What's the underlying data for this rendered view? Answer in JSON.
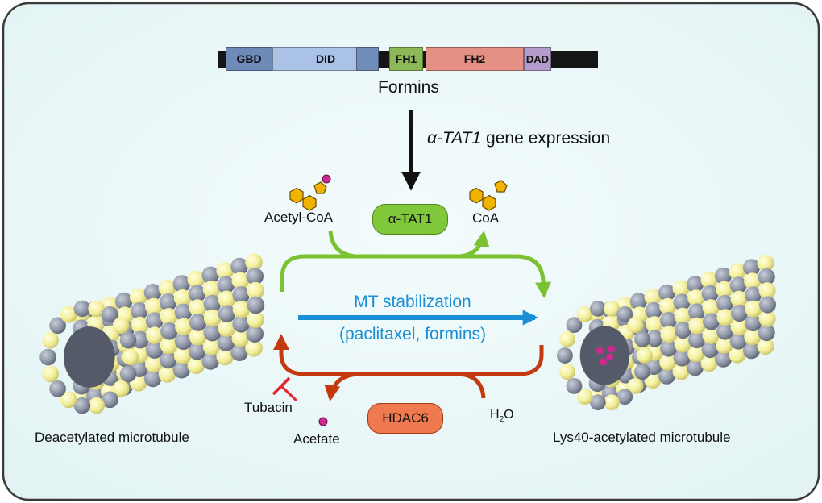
{
  "gene": {
    "name": "Formins",
    "domains": [
      {
        "label": "GBD",
        "color": "#6d8ab8"
      },
      {
        "label": "DID",
        "color": "#a9c2e6"
      },
      {
        "label": "FH1",
        "color": "#8db857"
      },
      {
        "label": "FH2",
        "color": "#e49084"
      },
      {
        "label": "DAD",
        "color": "#b49ccc"
      }
    ]
  },
  "expression": {
    "gene_italic": "α-TAT1",
    "rest": " gene expression"
  },
  "enzymes": {
    "tat1": {
      "label": "α-TAT1",
      "color": "#80c83a"
    },
    "hdac6": {
      "label": "HDAC6",
      "color": "#f07a4f"
    }
  },
  "substrates": {
    "acetyl_coa": "Acetyl-CoA",
    "coa": "CoA",
    "tubacin": "Tubacin",
    "acetate": "Acetate",
    "water": {
      "base": "H",
      "sub": "2",
      "rest": "O"
    }
  },
  "center": {
    "line1": "MT stabilization",
    "line2": "(paclitaxel, formins)",
    "color": "#1a8fd6"
  },
  "microtubules": {
    "left": "Deacetylated microtubule",
    "right": "Lys40-acetylated microtubule"
  },
  "colors": {
    "acetylation_arrow": "#7ac232",
    "deacetylation_arrow": "#c33a10",
    "inhibition": "#e3262b",
    "acetyl_group": "#cc2a8f",
    "coa_hexagon": "#f0b400",
    "tubulin_alpha": "#f3ef9a",
    "tubulin_beta": "#8f96a6"
  }
}
